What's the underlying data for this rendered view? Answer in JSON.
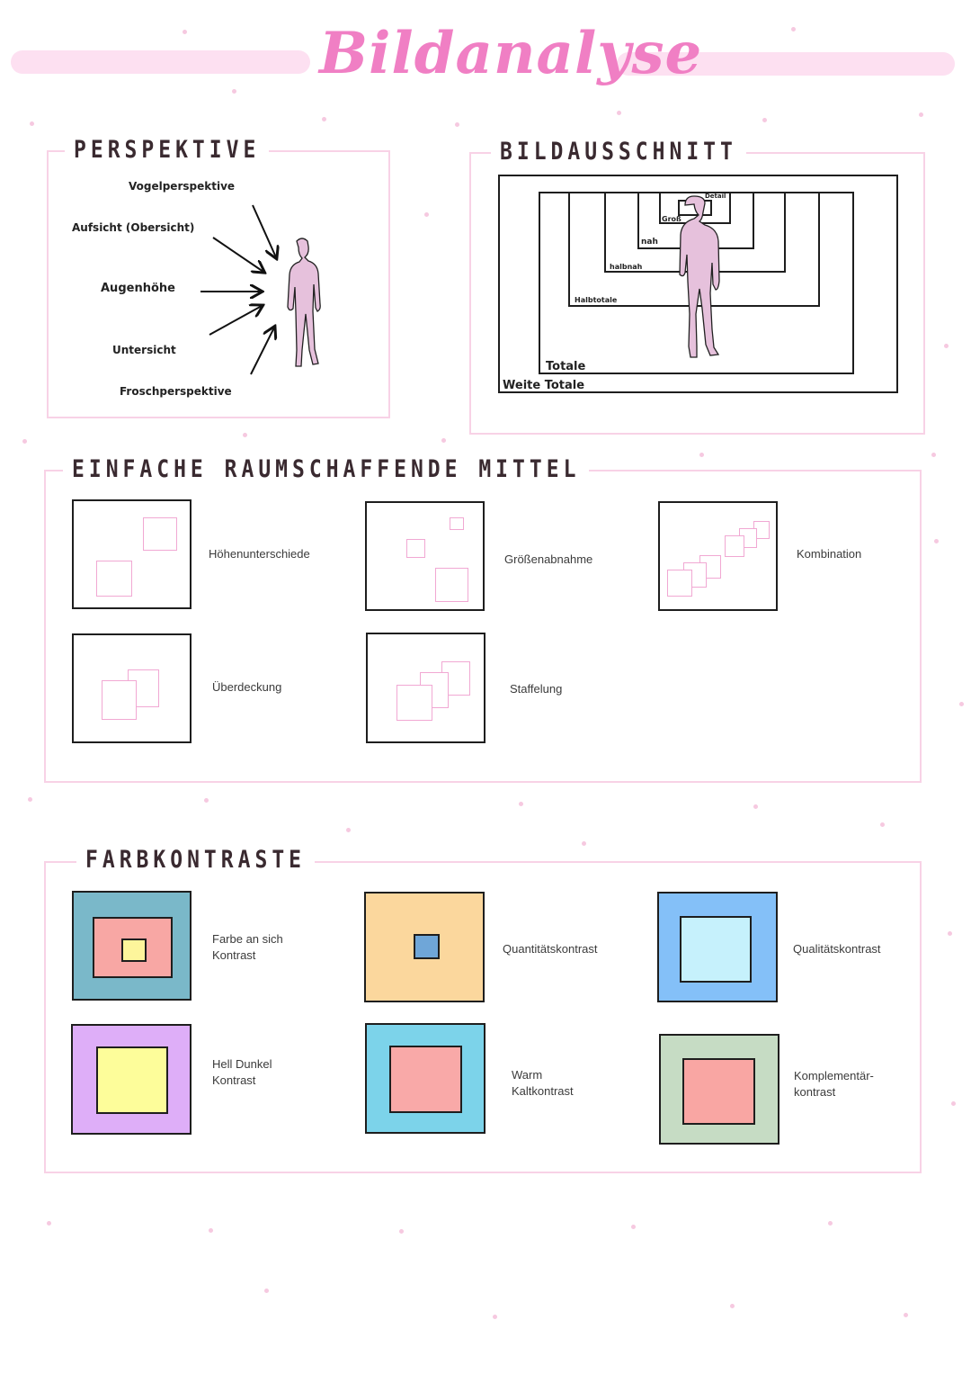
{
  "title": "Bildanalyse",
  "colors": {
    "accent_pink": "#f07fc4",
    "figure": "#e6c1dc"
  },
  "perspektive": {
    "heading": "PERSPEKTIVE",
    "labels": [
      "Vogelperspektive",
      "Aufsicht (Obersicht)",
      "Augenhöhe",
      "Untersicht",
      "Froschperspektive"
    ]
  },
  "bildausschnitt": {
    "heading": "BILDAUSSCHNITT",
    "labels": {
      "detail": "Detail",
      "gross": "Groß",
      "nah": "nah",
      "halbnah": "halbnah",
      "halbtotale": "Halbtotale",
      "totale": "Totale",
      "weite_totale": "Weite Totale"
    }
  },
  "raum": {
    "heading": "EINFACHE RAUMSCHAFFENDE MITTEL",
    "items": [
      "Höhenunterschiede",
      "Größenabnahme",
      "Kombination",
      "Überdeckung",
      "Staffelung"
    ]
  },
  "farben": {
    "heading": "FARBKONTRASTE",
    "items": [
      {
        "label1": "Farbe an sich",
        "label2": "Kontrast",
        "outer": "#7ab8c9",
        "mid": "#f8a7a4",
        "inner": "#fdf59b"
      },
      {
        "label1": "Quantitätskontrast",
        "label2": "",
        "outer": "#fbd79d",
        "inner": "#6fa6d8"
      },
      {
        "label1": "Qualitätskontrast",
        "label2": "",
        "outer": "#84c0f8",
        "inner": "#c6f1fc"
      },
      {
        "label1": "Hell Dunkel",
        "label2": "Kontrast",
        "outer": "#deaef8",
        "inner": "#fdfd9a"
      },
      {
        "label1": "Warm",
        "label2": "Kaltkontrast",
        "outer": "#7cd3ea",
        "inner": "#f9a9a8"
      },
      {
        "label1": "Komplementär-",
        "label2": "kontrast",
        "outer": "#c6dcc4",
        "inner": "#f9a6a3"
      }
    ]
  }
}
